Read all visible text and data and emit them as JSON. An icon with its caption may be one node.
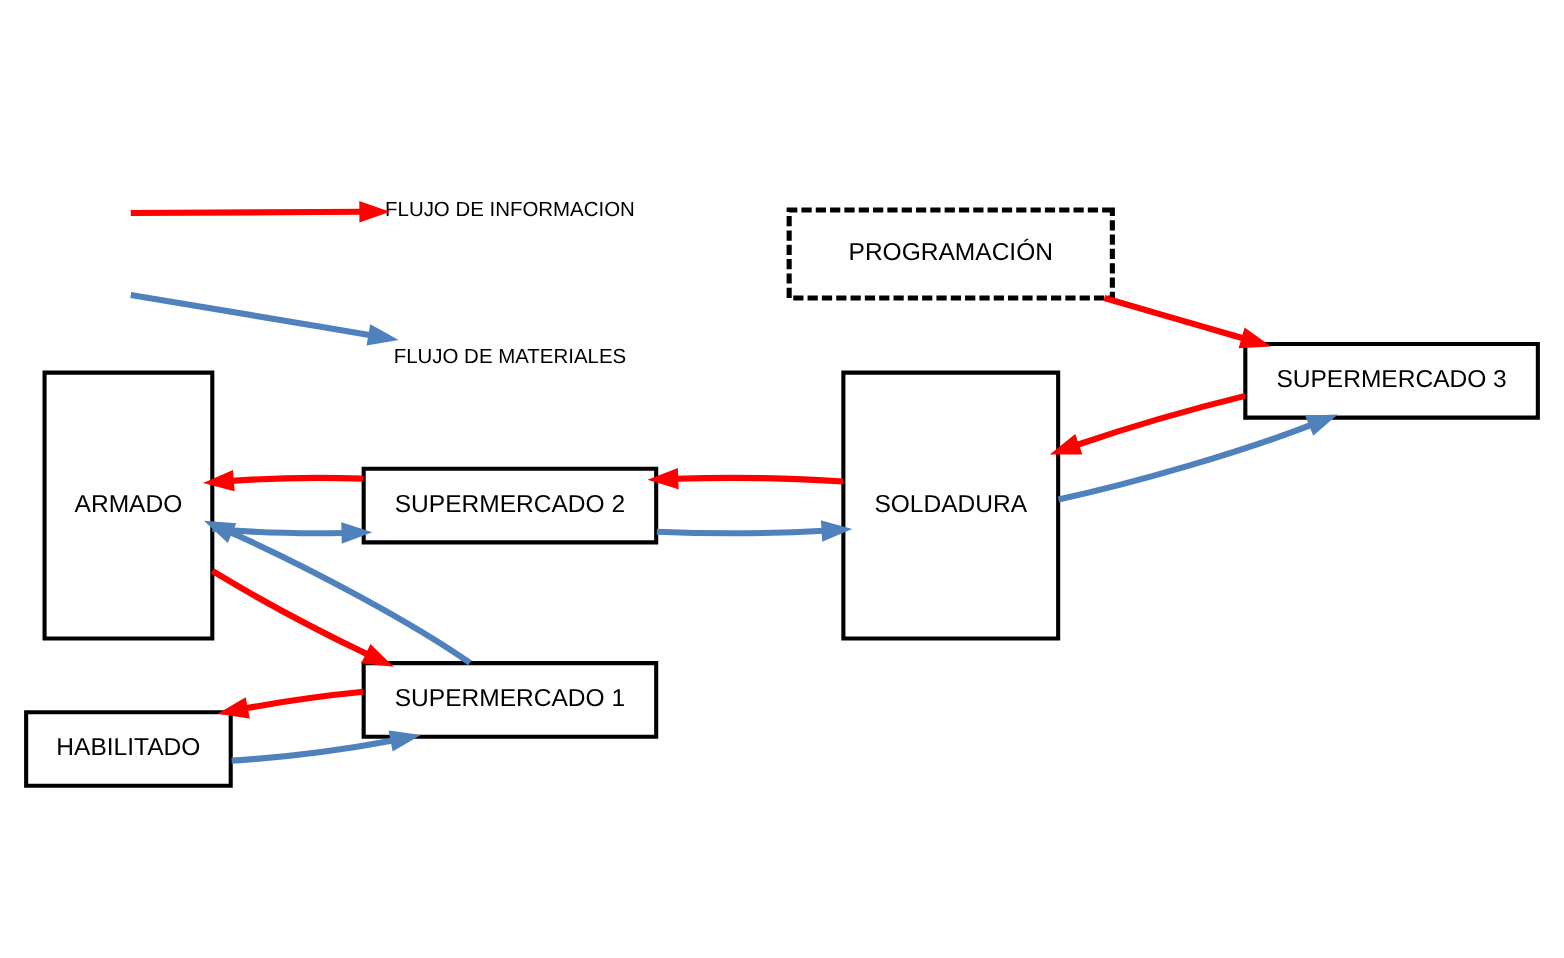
{
  "diagram": {
    "nodes": [
      {
        "text": [
          "PROGRAMACIÓN"
        ]
      },
      {
        "text": [
          "ARMADO"
        ]
      },
      {
        "text": [
          "SUPERMERCADO 2"
        ]
      },
      {
        "text": [
          "SOLDADURA"
        ]
      },
      {
        "text": [
          "SUPERMERCADO 3"
        ]
      },
      {
        "text": [
          "SUPERMERCADO 1"
        ]
      },
      {
        "text": [
          "HABILITADO"
        ]
      }
    ],
    "edges": [
      {
        "from": 0,
        "to": 4,
        "arrow": "to"
      },
      {
        "from": 1,
        "to": 2,
        "arrow": "to",
        "color": "#4f81bd"
      },
      {
        "from": 2,
        "to": 1,
        "arrow": "to"
      },
      {
        "from": 2,
        "to": 3,
        "arrow": "to",
        "color": "#4f81bd"
      },
      {
        "from": 3,
        "to": 2,
        "arrow": "to"
      },
      {
        "from": 3,
        "to": 4,
        "arrow": "to",
        "color": "#4f81bd"
      },
      {
        "from": 4,
        "to": 3,
        "arrow": "to"
      },
      {
        "from": 1,
        "to": 5,
        "arrow": "to"
      },
      {
        "from": 5,
        "to": 1,
        "arrow": "to",
        "color": "#4f81bd"
      },
      {
        "from": 6,
        "to": 5,
        "arrow": "to",
        "color": "#4f81bd"
      },
      {
        "from": 5,
        "to": 6,
        "arrow": "to"
      }
    ],
    "legend": [
      {
        "text": "FLUJO DE INFORMACION",
        "color": "#ff0000"
      },
      {
        "text": "FLUJO DE MATERIALES",
        "color": "#4f81bd"
      }
    ]
  }
}
